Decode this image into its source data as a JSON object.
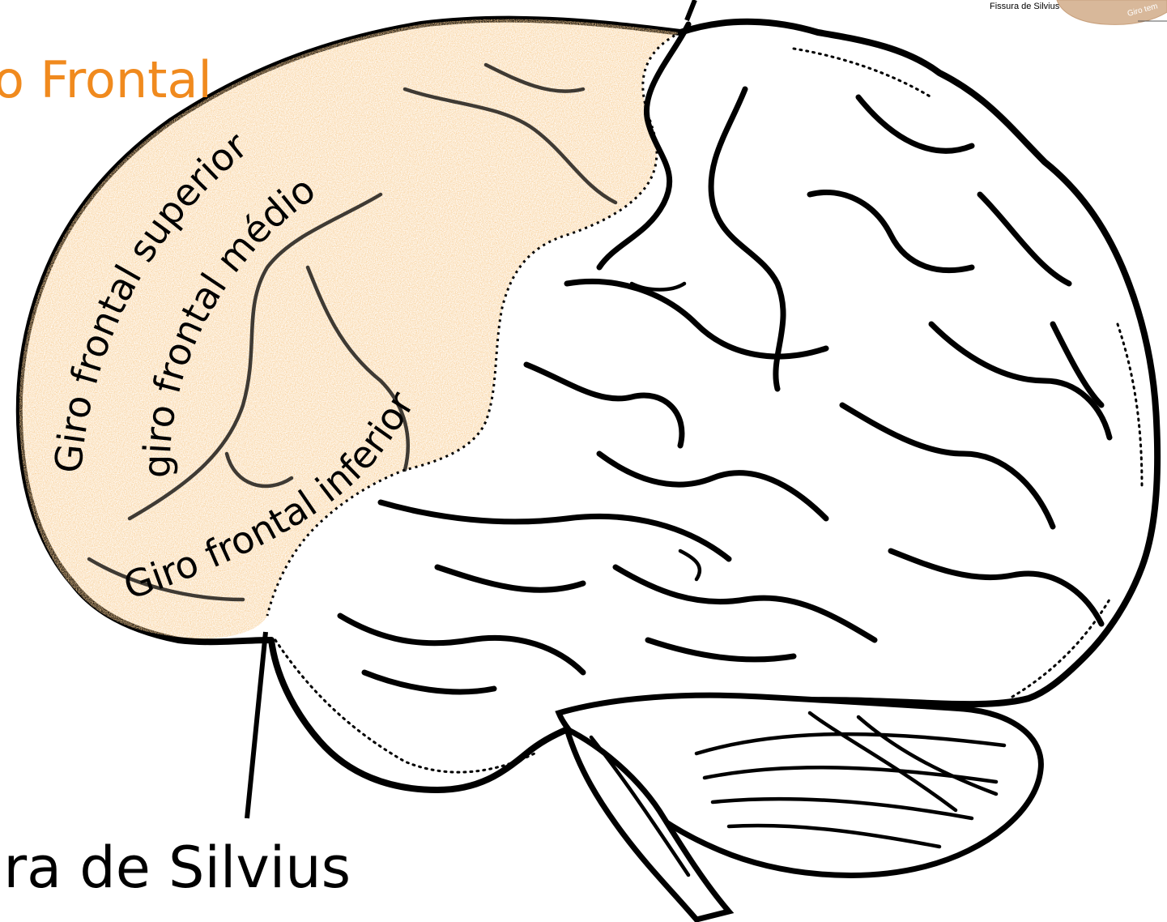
{
  "labels": {
    "lobe": "o Frontal",
    "gyrus_superior": "Giro frontal superior",
    "gyrus_medio": "giro frontal médio",
    "gyrus_inferior": "Giro frontal inferior",
    "fissure": "ura de Silvius"
  },
  "inset": {
    "fissure_label": "Fissura de Silvius",
    "gyrus_label": "Giro tem"
  },
  "colors": {
    "frontal_fill": "#f0a556",
    "frontal_text": "#f08a1e",
    "outline": "#000000",
    "background": "#ffffff"
  }
}
